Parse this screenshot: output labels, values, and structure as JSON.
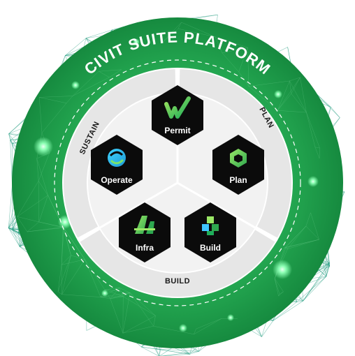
{
  "title": "CIVIT SUITE PLATFORM",
  "sectors": {
    "sustain": "SUSTAIN",
    "plan": "PLAN",
    "build": "BUILD"
  },
  "modules": [
    {
      "label": "Permit",
      "icon": "permit-check-icon"
    },
    {
      "label": "Operate",
      "icon": "operate-swirl-icon"
    },
    {
      "label": "Plan",
      "icon": "plan-cube-icon"
    },
    {
      "label": "Infra",
      "icon": "infra-road-icon"
    },
    {
      "label": "Build",
      "icon": "build-blocks-icon"
    }
  ],
  "colors": {
    "ring": "#1e9b4a",
    "ring_dark": "#137a39",
    "network": "#1f9a7e",
    "node_glow": "#7dffa8",
    "inner_sector": "#e6e6e6",
    "hex": "#0b0b0b",
    "accent": "#6fd63a"
  }
}
